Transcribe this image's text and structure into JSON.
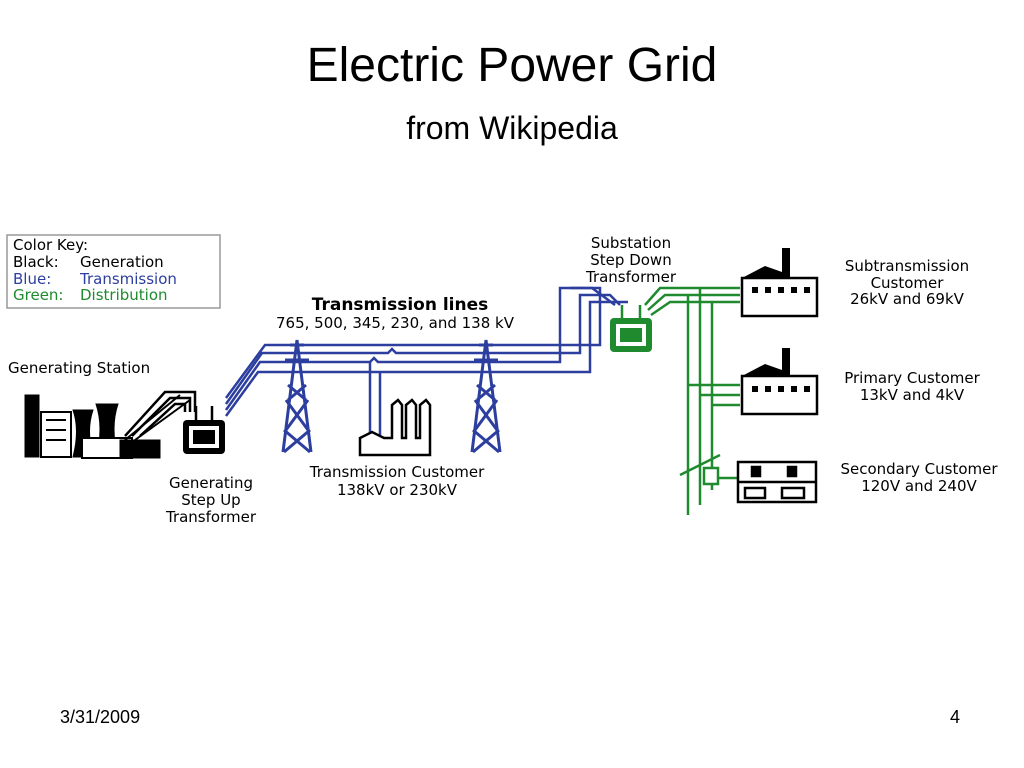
{
  "slide": {
    "title": "Electric Power Grid",
    "subtitle": "from Wikipedia",
    "date": "3/31/2009",
    "page_number": "4"
  },
  "legend": {
    "heading": "Color Key:",
    "rows": [
      {
        "key": "Black:",
        "value": "Generation",
        "color": "#000000"
      },
      {
        "key": "Blue:",
        "value": "Transmission",
        "color": "#2c3e9e"
      },
      {
        "key": "Green:",
        "value": "Distribution",
        "color": "#1f8a2e"
      }
    ]
  },
  "labels": {
    "generating_station": "Generating Station",
    "step_up": [
      "Generating",
      "Step Up",
      "Transformer"
    ],
    "transmission_lines": "Transmission lines",
    "voltages": "765, 500, 345, 230, and 138 kV",
    "transmission_customer": [
      "Transmission Customer",
      "138kV or 230kV"
    ],
    "substation": [
      "Substation",
      "Step Down",
      "Transformer"
    ],
    "subtransmission_customer": [
      "Subtransmission",
      "Customer",
      "26kV and 69kV"
    ],
    "primary_customer": [
      "Primary Customer",
      "13kV and 4kV"
    ],
    "secondary_customer": [
      "Secondary Customer",
      "120V and 240V"
    ]
  },
  "colors": {
    "generation": "#000000",
    "transmission": "#2c3e9e",
    "distribution": "#1f8a2e"
  }
}
